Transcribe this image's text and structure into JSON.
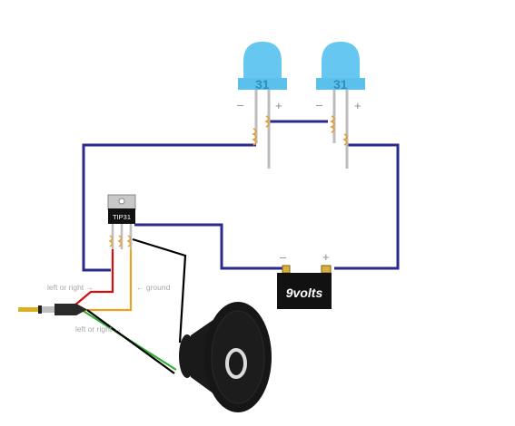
{
  "components": {
    "led_left": {
      "minus": "–",
      "plus": "+",
      "number": "31",
      "color": "#66c8f0"
    },
    "led_right": {
      "minus": "–",
      "plus": "+",
      "number": "31",
      "color": "#66c8f0"
    },
    "transistor": {
      "label": "TIP31"
    },
    "battery": {
      "label": "9volts",
      "minus": "–",
      "plus": "+"
    },
    "audio_jack": {},
    "speaker": {}
  },
  "labels": {
    "left_or_right_top": "left or right →",
    "ground": "← ground",
    "left_or_right_bottom": "left or right →"
  },
  "colors": {
    "circuit_wire": "#2a2a8c",
    "red_wire": "#d01010",
    "orange_wire": "#f0a020",
    "green_wire": "#30b030",
    "black_wire": "#000000",
    "led": "#66c8f0",
    "coil": "#e0a040"
  }
}
